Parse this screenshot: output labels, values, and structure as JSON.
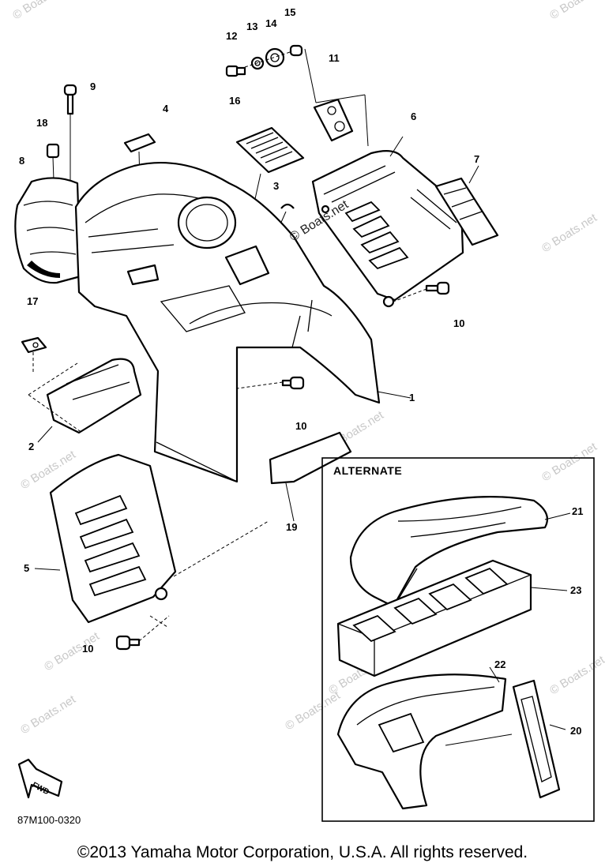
{
  "diagram": {
    "alternate_label": "ALTERNATE",
    "drawing_code": "87M100-0320",
    "copyright": "©2013 Yamaha Motor Corporation, U.S.A. All rights reserved.",
    "fwd_label": "FWD",
    "watermark": "© Boats.net",
    "callouts": [
      "1",
      "2",
      "3",
      "4",
      "5",
      "6",
      "7",
      "8",
      "9",
      "10",
      "10",
      "10",
      "11",
      "12",
      "13",
      "14",
      "15",
      "16",
      "17",
      "18",
      "19",
      "20",
      "21",
      "22",
      "23"
    ]
  }
}
